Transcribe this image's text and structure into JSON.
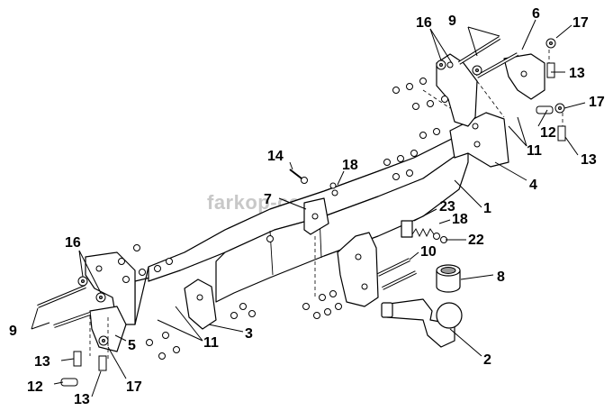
{
  "diagram": {
    "watermark": "farkop-center.ru",
    "callouts": [
      "1",
      "2",
      "3",
      "4",
      "5",
      "6",
      "7",
      "8",
      "9",
      "10",
      "11",
      "12",
      "13",
      "14",
      "16",
      "17",
      "18",
      "22",
      "23"
    ]
  }
}
